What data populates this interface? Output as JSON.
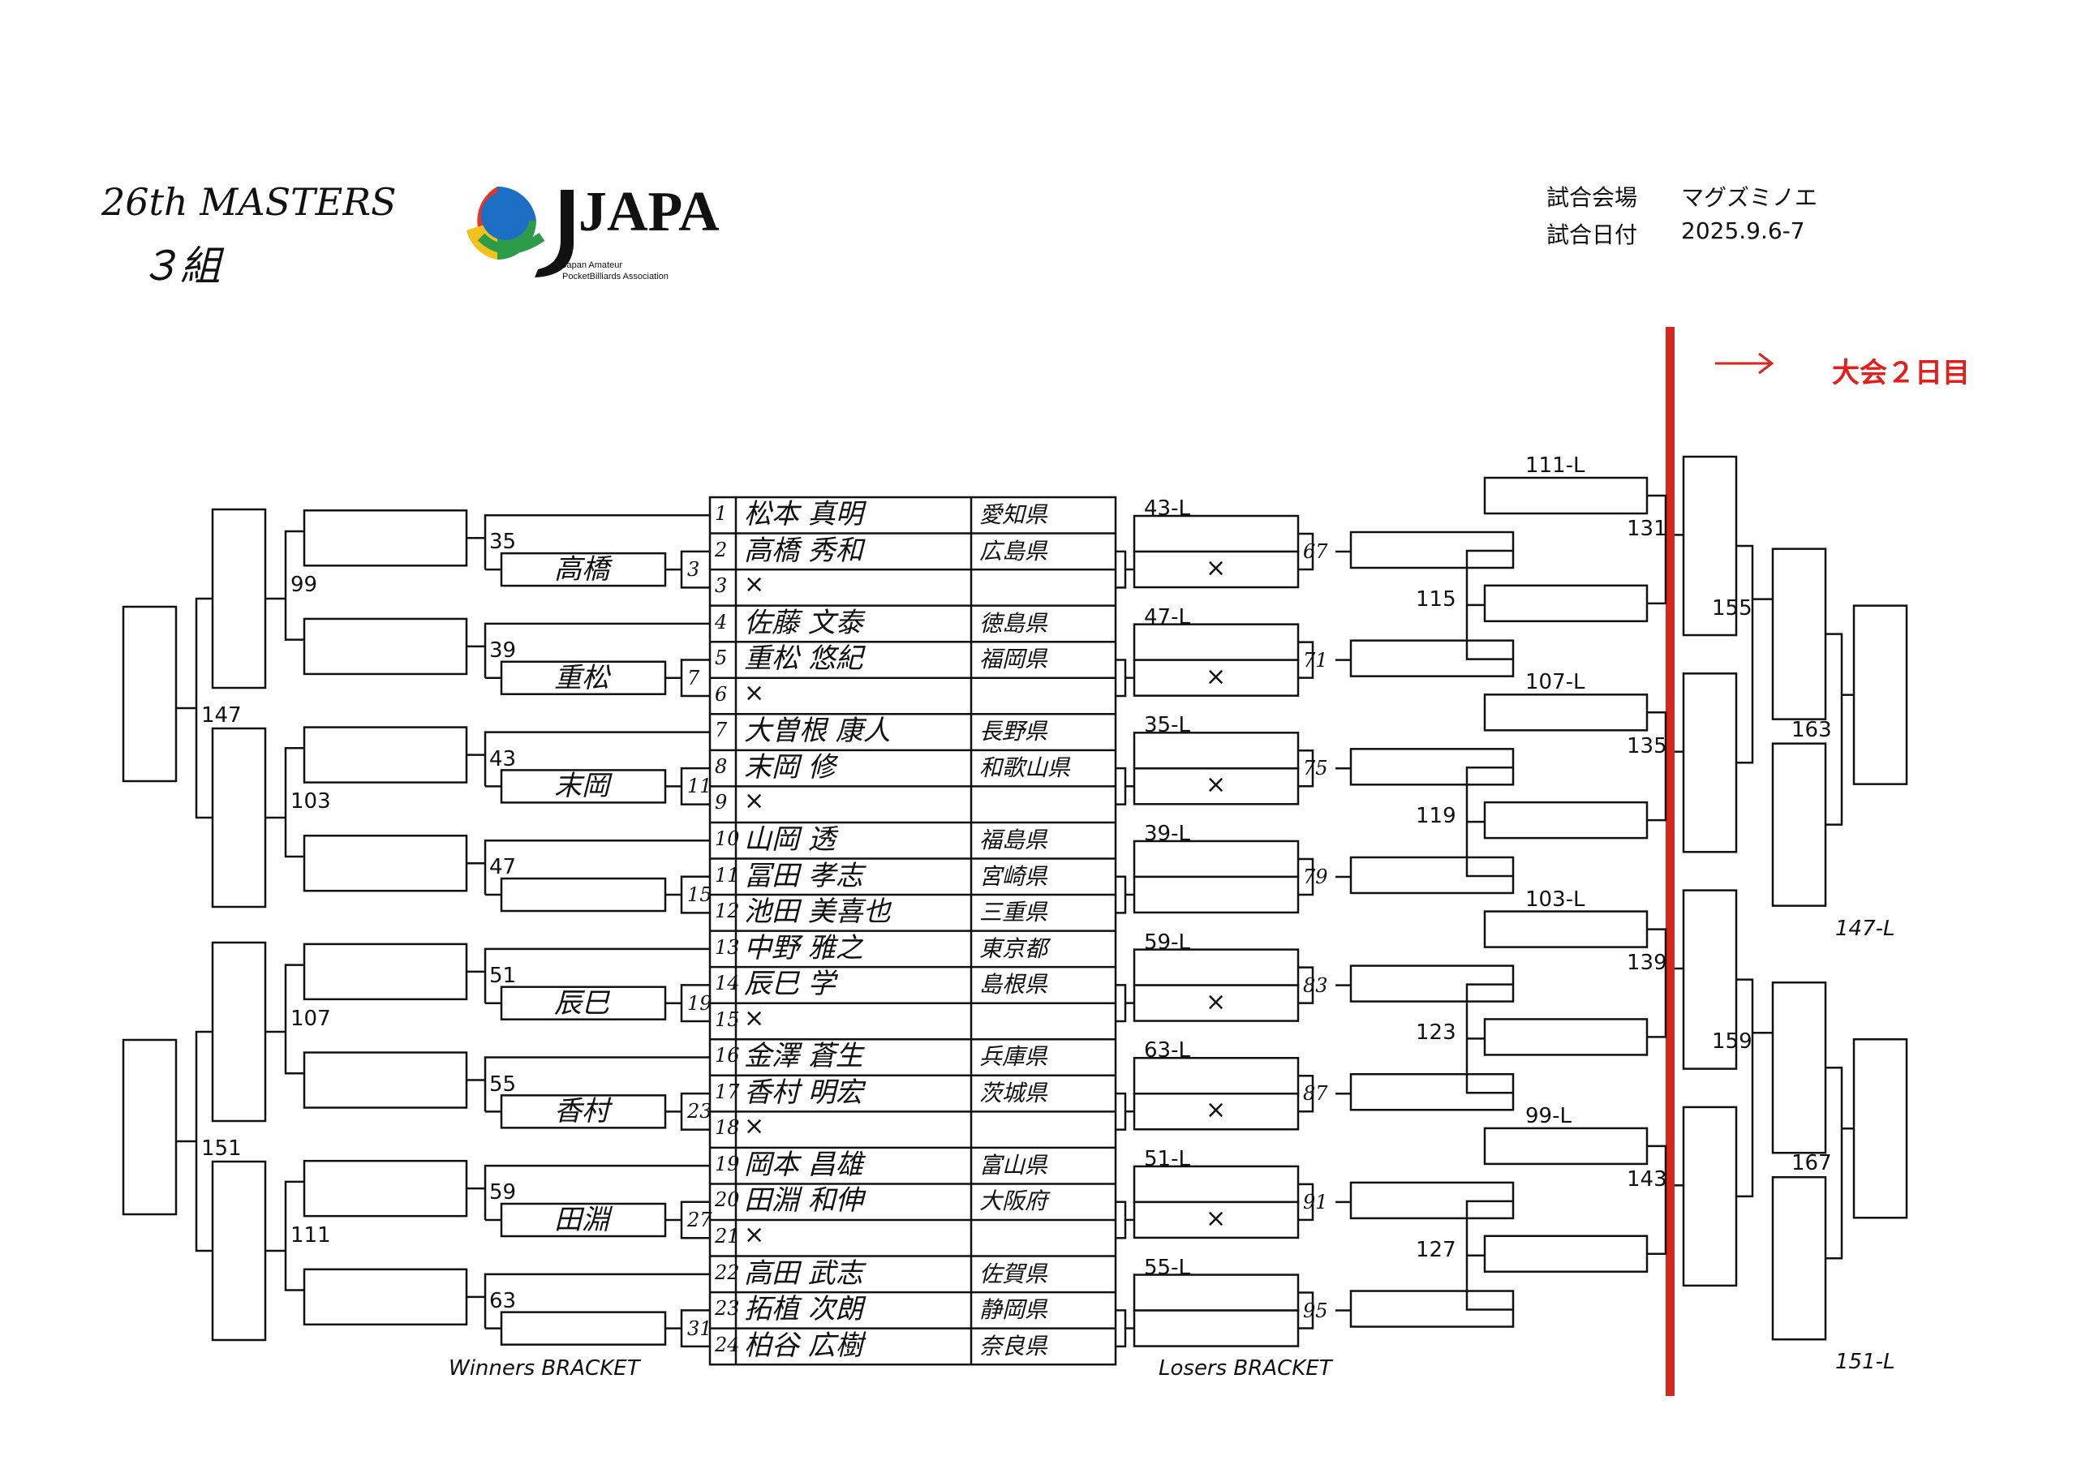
{
  "header": {
    "event_title": "26th MASTERS",
    "group": "３組",
    "logo": {
      "text": "JAPA",
      "subtitle_line1": "Japan Amateur",
      "subtitle_line2": "PocketBilliards Association"
    },
    "venue_label": "試合会場",
    "venue": "マグズミノエ",
    "date_label": "試合日付",
    "date": "2025.9.6-7",
    "day2_label": "大会２日目",
    "accent_color": "#d6271f"
  },
  "players": [
    {
      "no": "1",
      "name": "松本 真明",
      "pref": "愛知県"
    },
    {
      "no": "2",
      "name": "高橋 秀和",
      "pref": "広島県"
    },
    {
      "no": "3",
      "name": "×",
      "pref": ""
    },
    {
      "no": "4",
      "name": "佐藤 文泰",
      "pref": "徳島県"
    },
    {
      "no": "5",
      "name": "重松 悠紀",
      "pref": "福岡県"
    },
    {
      "no": "6",
      "name": "×",
      "pref": ""
    },
    {
      "no": "7",
      "name": "大曽根 康人",
      "pref": "長野県"
    },
    {
      "no": "8",
      "name": "末岡 修",
      "pref": "和歌山県"
    },
    {
      "no": "9",
      "name": "×",
      "pref": ""
    },
    {
      "no": "10",
      "name": "山岡 透",
      "pref": "福島県"
    },
    {
      "no": "11",
      "name": "冨田 孝志",
      "pref": "宮崎県"
    },
    {
      "no": "12",
      "name": "池田 美喜也",
      "pref": "三重県"
    },
    {
      "no": "13",
      "name": "中野 雅之",
      "pref": "東京都"
    },
    {
      "no": "14",
      "name": "辰巳 学",
      "pref": "島根県"
    },
    {
      "no": "15",
      "name": "×",
      "pref": ""
    },
    {
      "no": "16",
      "name": "金澤 蒼生",
      "pref": "兵庫県"
    },
    {
      "no": "17",
      "name": "香村 明宏",
      "pref": "茨城県"
    },
    {
      "no": "18",
      "name": "×",
      "pref": ""
    },
    {
      "no": "19",
      "name": "岡本 昌雄",
      "pref": "富山県"
    },
    {
      "no": "20",
      "name": "田淵 和伸",
      "pref": "大阪府"
    },
    {
      "no": "21",
      "name": "×",
      "pref": ""
    },
    {
      "no": "22",
      "name": "高田 武志",
      "pref": "佐賀県"
    },
    {
      "no": "23",
      "name": "拓植 次朗",
      "pref": "静岡県"
    },
    {
      "no": "24",
      "name": "柏谷 広樹",
      "pref": "奈良県"
    }
  ],
  "winners": {
    "label": "Winners BRACKET",
    "r1": [
      {
        "match": "3",
        "name": "高橋"
      },
      {
        "match": "7",
        "name": "重松"
      },
      {
        "match": "11",
        "name": "末岡"
      },
      {
        "match": "15",
        "name": ""
      },
      {
        "match": "19",
        "name": "辰巳"
      },
      {
        "match": "23",
        "name": "香村"
      },
      {
        "match": "27",
        "name": "田淵"
      },
      {
        "match": "31",
        "name": ""
      }
    ],
    "r2": [
      "35",
      "39",
      "43",
      "47",
      "51",
      "55",
      "59",
      "63"
    ],
    "r3": [
      "99",
      "103",
      "107",
      "111"
    ],
    "r4": [
      "147",
      "151"
    ]
  },
  "losers": {
    "label": "Losers BRACKET",
    "r1": [
      {
        "drop": "43-L",
        "match": "67",
        "bye": "×"
      },
      {
        "drop": "47-L",
        "match": "71",
        "bye": "×"
      },
      {
        "drop": "35-L",
        "match": "75",
        "bye": "×"
      },
      {
        "drop": "39-L",
        "match": "79",
        "bye": ""
      },
      {
        "drop": "59-L",
        "match": "83",
        "bye": "×"
      },
      {
        "drop": "63-L",
        "match": "87",
        "bye": "×"
      },
      {
        "drop": "51-L",
        "match": "91",
        "bye": "×"
      },
      {
        "drop": "55-L",
        "match": "95",
        "bye": ""
      }
    ],
    "r2": [
      "115",
      "119",
      "123",
      "127"
    ],
    "r3": [
      {
        "drop": "111-L",
        "match": "131"
      },
      {
        "drop": "107-L",
        "match": "135"
      },
      {
        "drop": "103-L",
        "match": "139"
      },
      {
        "drop": "99-L",
        "match": "143"
      }
    ],
    "r4": [
      "155",
      "159"
    ],
    "r5": [
      "163",
      "167"
    ],
    "r5_drops": [
      "147-L",
      "151-L"
    ]
  }
}
